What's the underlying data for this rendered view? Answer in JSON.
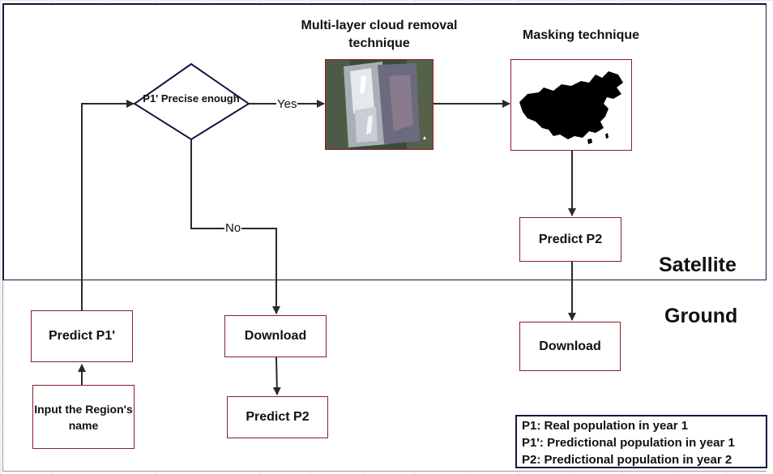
{
  "zones": {
    "satellite": "Satellite",
    "ground": "Ground"
  },
  "headings": {
    "cloud_removal": "Multi-layer cloud removal technique",
    "masking": "Masking technique"
  },
  "nodes": {
    "input_region": "Input the Region's name",
    "predict_p1_prime": "Predict P1'",
    "decision": "P1' Precise enough",
    "download_left": "Download",
    "predict_p2_left": "Predict P2",
    "predict_p2_satellite": "Predict P2",
    "download_right": "Download"
  },
  "edge_labels": {
    "yes": "Yes",
    "no": "No"
  },
  "legend": [
    "P1: Real population in year 1",
    "P1': Predictional population in year 1",
    "P2: Predictional population in year 2"
  ],
  "colors": {
    "panel_border": "#14163f",
    "box_border": "#8b1f24",
    "arrow": "#2a2a2a"
  }
}
